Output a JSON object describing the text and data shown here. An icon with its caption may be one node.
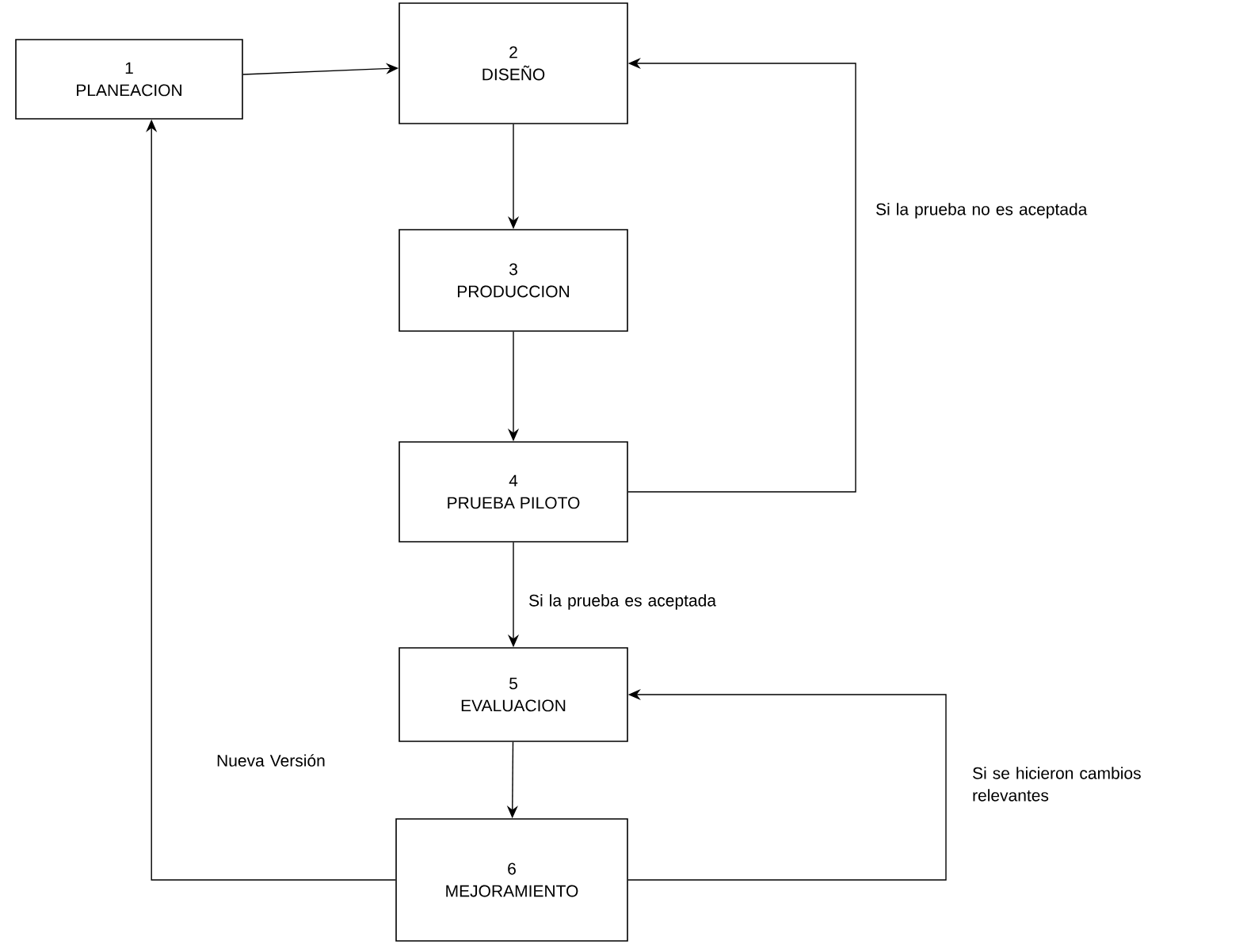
{
  "diagram": {
    "nodes": [
      {
        "text": [
          "1",
          "PLANEACION"
        ]
      },
      {
        "text": [
          "2",
          "DISEÑO"
        ]
      },
      {
        "text": [
          "3",
          "PRODUCCION"
        ]
      },
      {
        "text": [
          "4",
          "PRUEBA PILOTO"
        ]
      },
      {
        "text": [
          "5",
          "EVALUACION"
        ]
      },
      {
        "text": [
          "6",
          "MEJORAMIENTO"
        ]
      }
    ],
    "edges": [
      {
        "from": 0,
        "to": 1,
        "arrow": "to"
      },
      {
        "from": 1,
        "to": 2,
        "arrow": "to"
      },
      {
        "from": 2,
        "to": 3,
        "arrow": "to"
      },
      {
        "from": 3,
        "to": 1,
        "arrow": "to",
        "label": "Si la prueba no es aceptada"
      },
      {
        "from": 3,
        "to": 4,
        "arrow": "to",
        "label": "Si la prueba es aceptada"
      },
      {
        "from": 4,
        "to": 5,
        "arrow": "to"
      },
      {
        "from": 5,
        "to": 4,
        "arrow": "to",
        "label": "Si se hicieron cambios relevantes"
      },
      {
        "from": 5,
        "to": 0,
        "arrow": "to",
        "label": "Nueva Versión"
      }
    ]
  }
}
